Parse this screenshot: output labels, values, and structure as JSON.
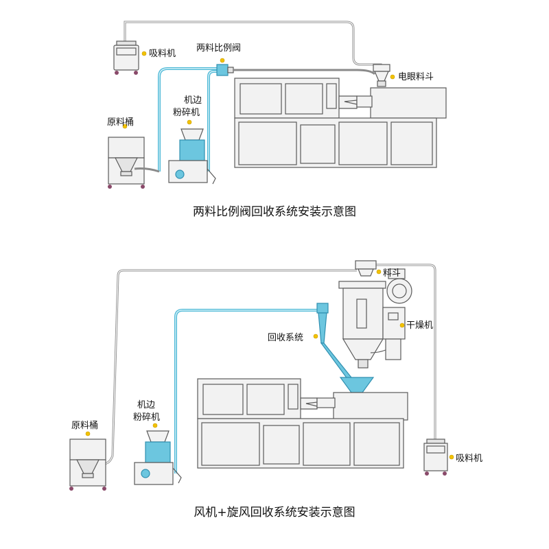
{
  "diagram_top": {
    "labels": {
      "suction": "吸料机",
      "ratio_valve": "两料比例阀",
      "eye_hopper": "电眼料斗",
      "raw_bin": "原料桶",
      "crusher_line1": "机边",
      "crusher_line2": "粉碎机"
    },
    "caption": "两料比例阀回收系统安装示意图"
  },
  "diagram_bottom": {
    "labels": {
      "hopper": "料斗",
      "dryer": "干燥机",
      "recovery": "回收系统",
      "crusher_line1": "机边",
      "crusher_line2": "粉碎机",
      "raw_bin": "原料桶",
      "suction": "吸料机"
    },
    "caption": "风机+旋风回收系统安装示意图"
  },
  "colors": {
    "accent_blue": "#4cb8d6",
    "marker_yellow": "#f2c200",
    "machine_gray": "#f2f2f2"
  }
}
